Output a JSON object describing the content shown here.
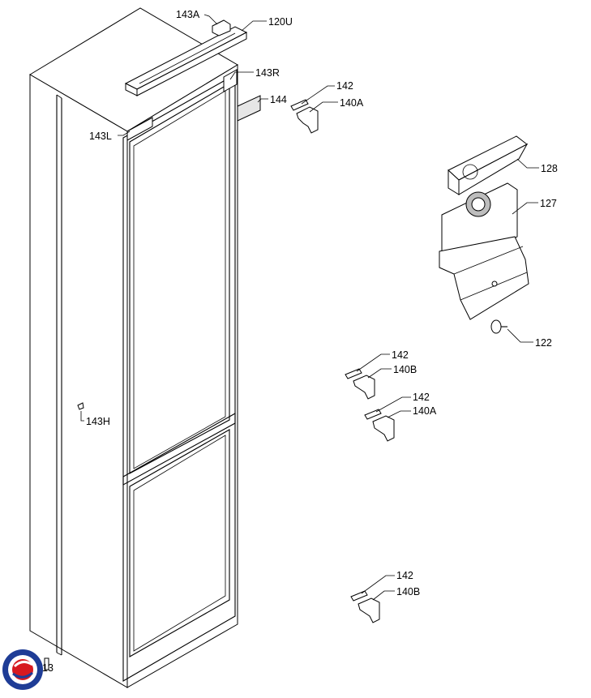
{
  "labels": {
    "l143A": "143A",
    "l120U": "120U",
    "l143R": "143R",
    "l144": "144",
    "l142a": "142",
    "l140Aa": "140A",
    "l143L": "143L",
    "l128": "128",
    "l127": "127",
    "l122": "122",
    "l142b": "142",
    "l140Ba": "140B",
    "l142c": "142",
    "l140Ab": "140A",
    "l143H": "143H",
    "l142d": "142",
    "l140Bb": "140B",
    "l13": "13"
  },
  "logo": {
    "colors": [
      "#1e3c96",
      "#d71920",
      "#ffffff"
    ]
  }
}
